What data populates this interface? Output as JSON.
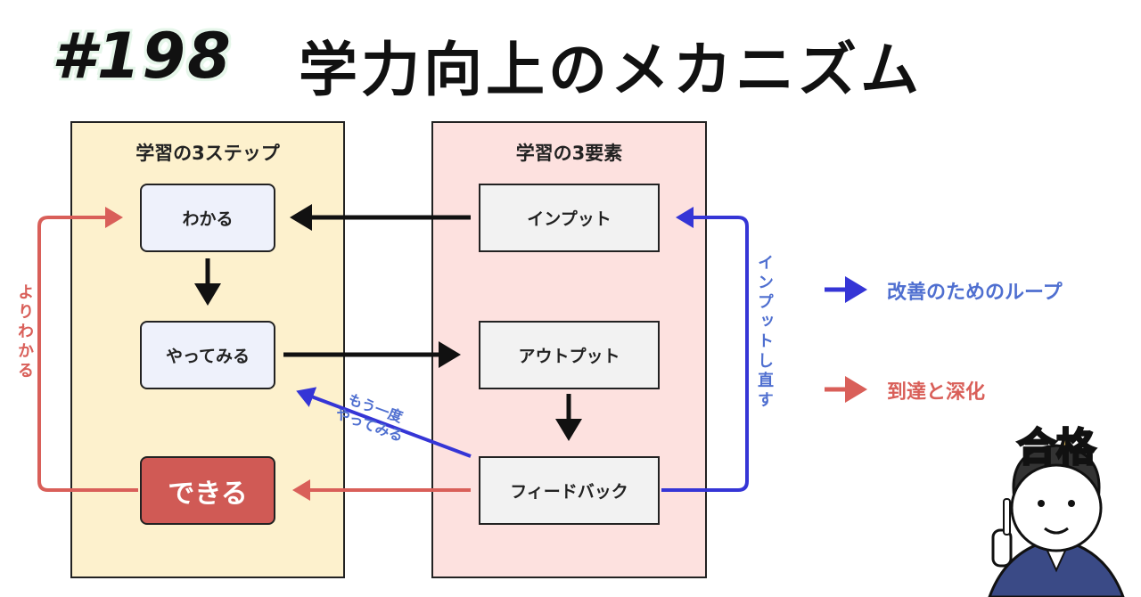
{
  "header": {
    "number": "#198",
    "title": "学力向上のメカニズム"
  },
  "left_panel": {
    "title": "学習の3ステップ",
    "steps": [
      "わかる",
      "やってみる",
      "できる"
    ]
  },
  "right_panel": {
    "title": "学習の3要素",
    "elements": [
      "インプット",
      "アウトプット",
      "フィードバック"
    ]
  },
  "labels": {
    "left_loop": "よりわかる",
    "right_loop": "インプットし直す",
    "retry_line1": "もう一度",
    "retry_line2": "やってみる"
  },
  "legend": [
    {
      "label": "改善のためのループ",
      "color": "#3535d6",
      "text_color": "#4f6fd0"
    },
    {
      "label": "到達と深化",
      "color": "#d95f59",
      "text_color": "#d95f59"
    }
  ],
  "illustration": {
    "badge_text": "合格"
  },
  "colors": {
    "left_panel_bg": "#fdf1cd",
    "right_panel_bg": "#fde1df",
    "highlight_box": "#d05a55"
  }
}
